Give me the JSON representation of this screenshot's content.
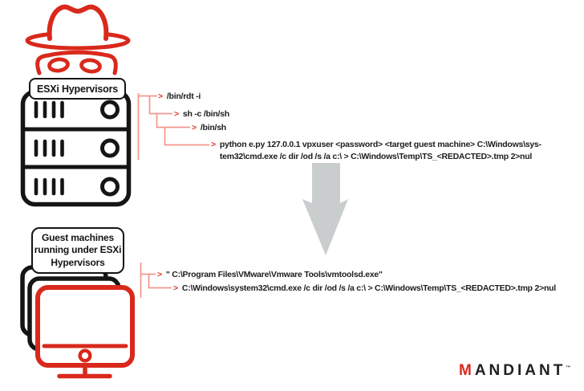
{
  "colors": {
    "brand_red": "#d9291c",
    "prompt_red": "#e03226",
    "connector_salmon": "#f4968c",
    "ink_black": "#151515",
    "arrow_gray": "#c9cdce"
  },
  "prompt_char": ">",
  "attacker": {
    "icon": "hacker-incognito-icon"
  },
  "hypervisor": {
    "label": "ESXi Hypervisors",
    "commands": [
      {
        "text": "/bin/rdt -i"
      },
      {
        "text": "sh -c /bin/sh"
      },
      {
        "text": "/bin/sh"
      },
      {
        "lines": [
          "python e.py 127.0.0.1 vpxuser <password> <target guest machine> C:\\Windows\\sys-",
          "tem32\\cmd.exe /c dir /od /s /a c:\\ > C:\\Windows\\Temp\\TS_<REDACTED>.tmp 2>nul"
        ]
      }
    ]
  },
  "guest_machines": {
    "label_lines": [
      "Guest machines",
      "running under ESXi",
      "Hypervisors"
    ],
    "commands": [
      {
        "text": "\" C:\\Program Files\\VMware\\Vmware Tools\\vmtoolsd.exe\""
      },
      {
        "text": "C:\\Windows\\system32\\cmd.exe /c dir /od /s /a c:\\ > C:\\Windows\\Temp\\TS_<REDACTED>.tmp 2>nul"
      }
    ]
  },
  "logo": {
    "first_letter": "M",
    "rest": "ANDIANT",
    "trademark": "™"
  }
}
